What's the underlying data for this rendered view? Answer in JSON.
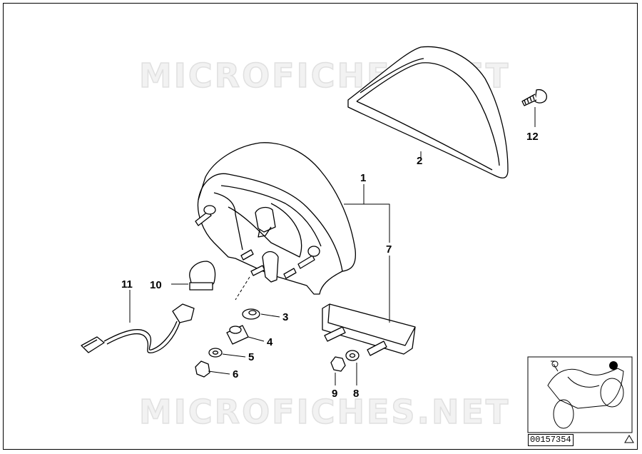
{
  "watermark": {
    "text": "MICROFICHES.NET"
  },
  "callouts": {
    "c1": "1",
    "c2": "2",
    "c3": "3",
    "c4": "4",
    "c5": "5",
    "c6": "6",
    "c7": "7",
    "c8": "8",
    "c9": "9",
    "c10": "10",
    "c11": "11",
    "c12": "12"
  },
  "reference_number": "00157354"
}
